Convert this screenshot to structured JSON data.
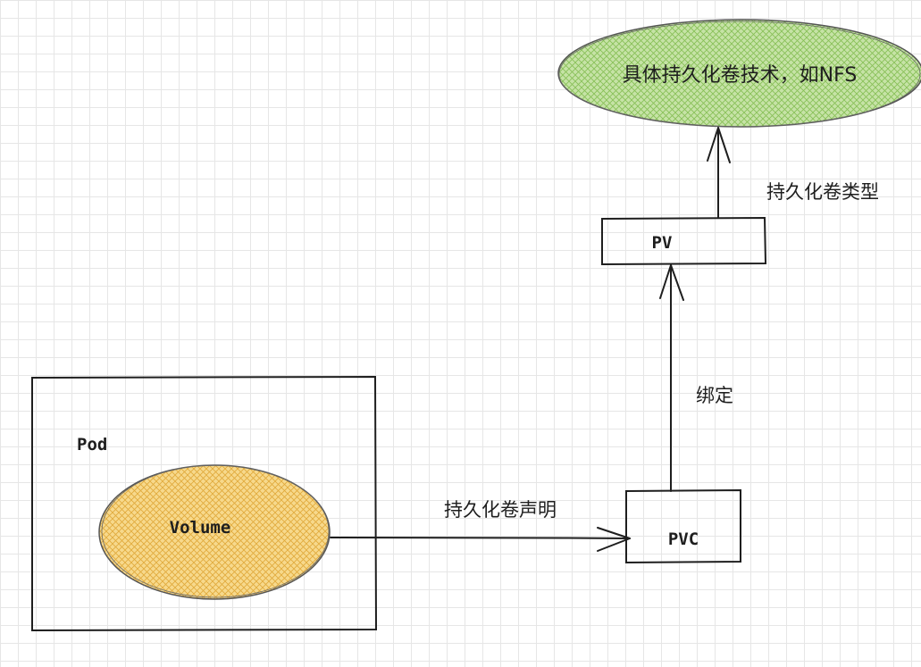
{
  "nodes": {
    "pod": {
      "label": "Pod"
    },
    "volume": {
      "label": "Volume",
      "fill": "#f5c45a"
    },
    "pvc": {
      "label": "PVC"
    },
    "pv": {
      "label": "PV"
    },
    "storage": {
      "label": "具体持久化卷技术，如NFS",
      "fill": "#a8d672"
    }
  },
  "edges": {
    "volume_to_pvc": {
      "label": "持久化卷声明"
    },
    "pvc_to_pv": {
      "label": "绑定"
    },
    "pv_to_storage": {
      "label": "持久化卷类型"
    }
  },
  "colors": {
    "stroke": "#1e1e1e",
    "grid": "#e6e6e6"
  }
}
